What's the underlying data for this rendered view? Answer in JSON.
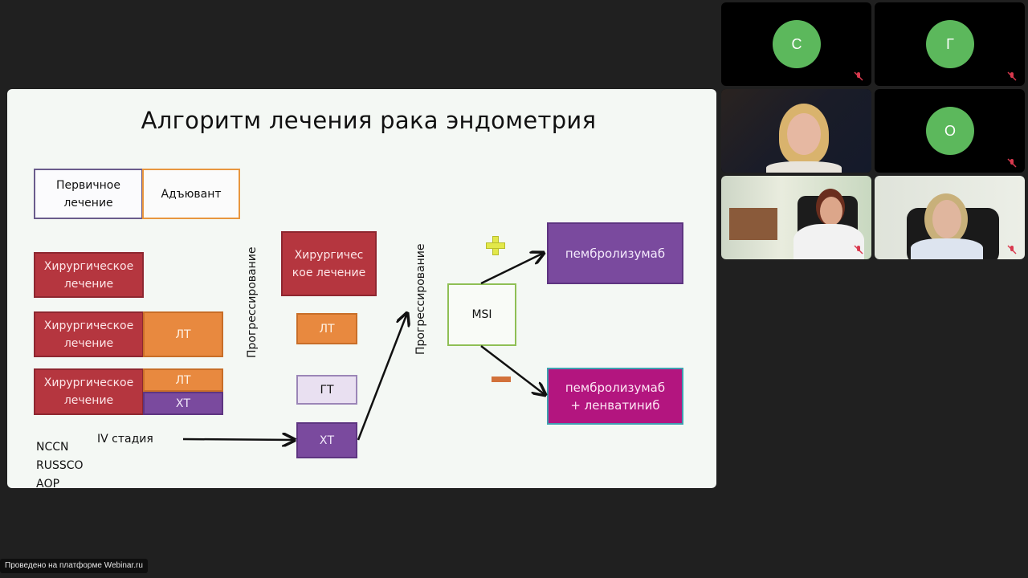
{
  "slide": {
    "title": "Алгоритм лечения рака эндометрия",
    "legend": {
      "primary": "Первичное лечение",
      "adjuvant": "Адъювант"
    },
    "rows": [
      {
        "surgery": "Хирургическое лечение"
      },
      {
        "surgery": "Хирургическое лечение",
        "adj": "ЛТ"
      },
      {
        "surgery": "Хирургическое лечение",
        "adj_top": "ЛТ",
        "adj_bottom": "ХТ"
      }
    ],
    "stage_iv": "IV стадия",
    "guidelines": [
      "NCCN",
      "RUSSCO",
      "АОР"
    ],
    "progression_1": "Прогрессирование",
    "progression_2": "Прогрессирование",
    "column2": {
      "surgery": "Хирургичес кое лечение",
      "lt": "ЛТ",
      "gt": "ГТ",
      "ht": "ХТ"
    },
    "msi": "MSI",
    "plus_sign": "+",
    "minus_sign": "−",
    "msi_positive": "пембролизумаб",
    "msi_negative": "пембролизумаб + ленватиниб",
    "colors": {
      "red": "#b5363f",
      "orange": "#e8893f",
      "purple": "#7a4a9e",
      "magenta": "#b3157f",
      "plus": "#e2e84a",
      "minus": "#d2713a"
    }
  },
  "participants": [
    {
      "initial": "С",
      "type": "avatar",
      "muted": true
    },
    {
      "initial": "Г",
      "type": "avatar",
      "muted": true
    },
    {
      "name": "",
      "type": "video",
      "muted": false
    },
    {
      "initial": "О",
      "type": "avatar",
      "muted": true
    },
    {
      "name": "",
      "type": "video",
      "muted": true
    },
    {
      "name": "",
      "type": "video",
      "muted": true
    }
  ],
  "footer": {
    "badge": "Проведено на платформе Webinar.ru"
  }
}
